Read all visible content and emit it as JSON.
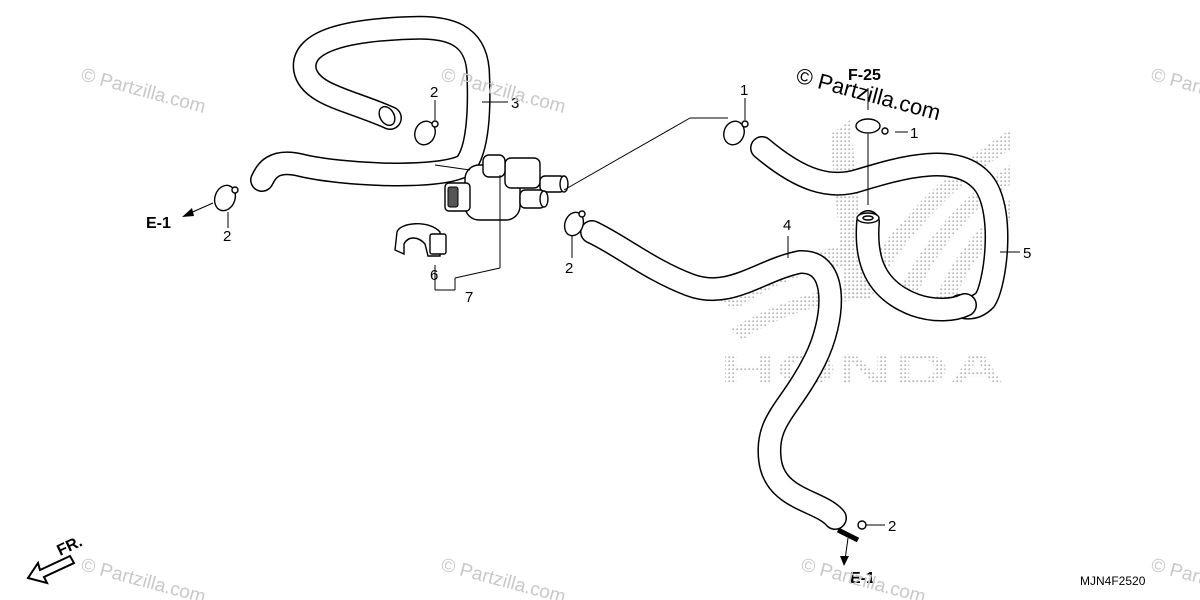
{
  "watermark": {
    "text": "© Partzilla.com",
    "prominent_text": "© Partzilla.com"
  },
  "logo": {
    "text": "HONDA"
  },
  "references": {
    "f25": "F-25",
    "e1_left": "E-1",
    "e1_bottom": "E-1"
  },
  "front_indicator": "FR.",
  "diagram_code": "MJN4F2520",
  "callouts": {
    "c1_top": "1",
    "c1_right": "1",
    "c2_topleft": "2",
    "c2_left": "2",
    "c2_mid": "2",
    "c2_bottom": "2",
    "c3": "3",
    "c4": "4",
    "c5": "5",
    "c6": "6",
    "c7": "7"
  },
  "colors": {
    "line": "#000000",
    "background": "#ffffff",
    "watermark": "#c8c8c8",
    "logo_halftone": "#b8b8b8"
  }
}
